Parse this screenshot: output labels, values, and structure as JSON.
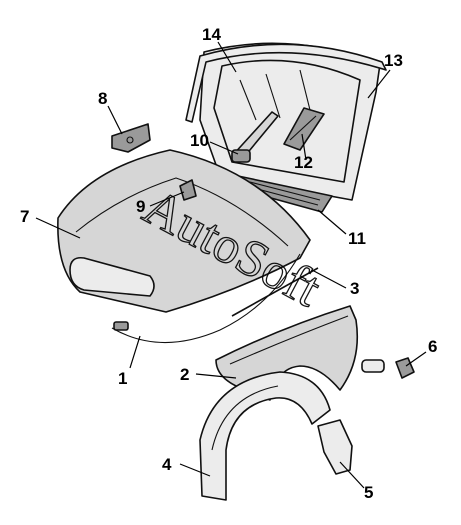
{
  "callouts": [
    {
      "id": "1",
      "label": "1"
    },
    {
      "id": "2",
      "label": "2"
    },
    {
      "id": "3",
      "label": "3"
    },
    {
      "id": "4",
      "label": "4"
    },
    {
      "id": "5",
      "label": "5"
    },
    {
      "id": "6",
      "label": "6"
    },
    {
      "id": "7",
      "label": "7"
    },
    {
      "id": "8",
      "label": "8"
    },
    {
      "id": "9",
      "label": "9"
    },
    {
      "id": "10",
      "label": "10"
    },
    {
      "id": "11",
      "label": "11"
    },
    {
      "id": "12",
      "label": "12"
    },
    {
      "id": "13",
      "label": "13"
    },
    {
      "id": "14",
      "label": "14"
    }
  ],
  "watermark": "AutoSoft"
}
